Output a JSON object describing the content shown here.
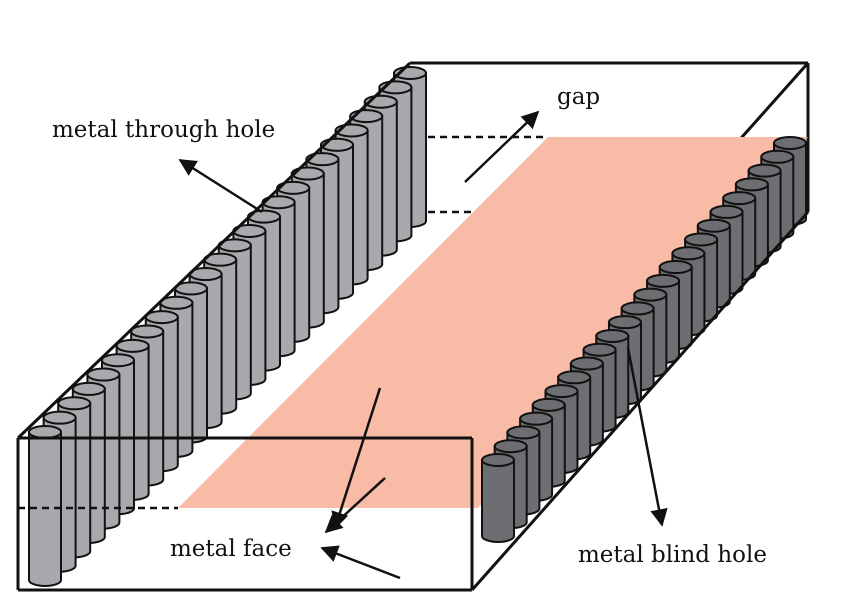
{
  "labels": {
    "gap": "gap",
    "metal_through_hole": "metal through hole",
    "metal_face": "metal face",
    "metal_blind_hole": "metal blind hole"
  },
  "colors": {
    "metal_face_fill": "#f8bca6",
    "through_hole_fill": "#a7a9ac",
    "blind_hole_fill": "#6d6e71",
    "outline": "#111111"
  },
  "counts": {
    "through_holes": 26,
    "blind_holes": 24
  }
}
